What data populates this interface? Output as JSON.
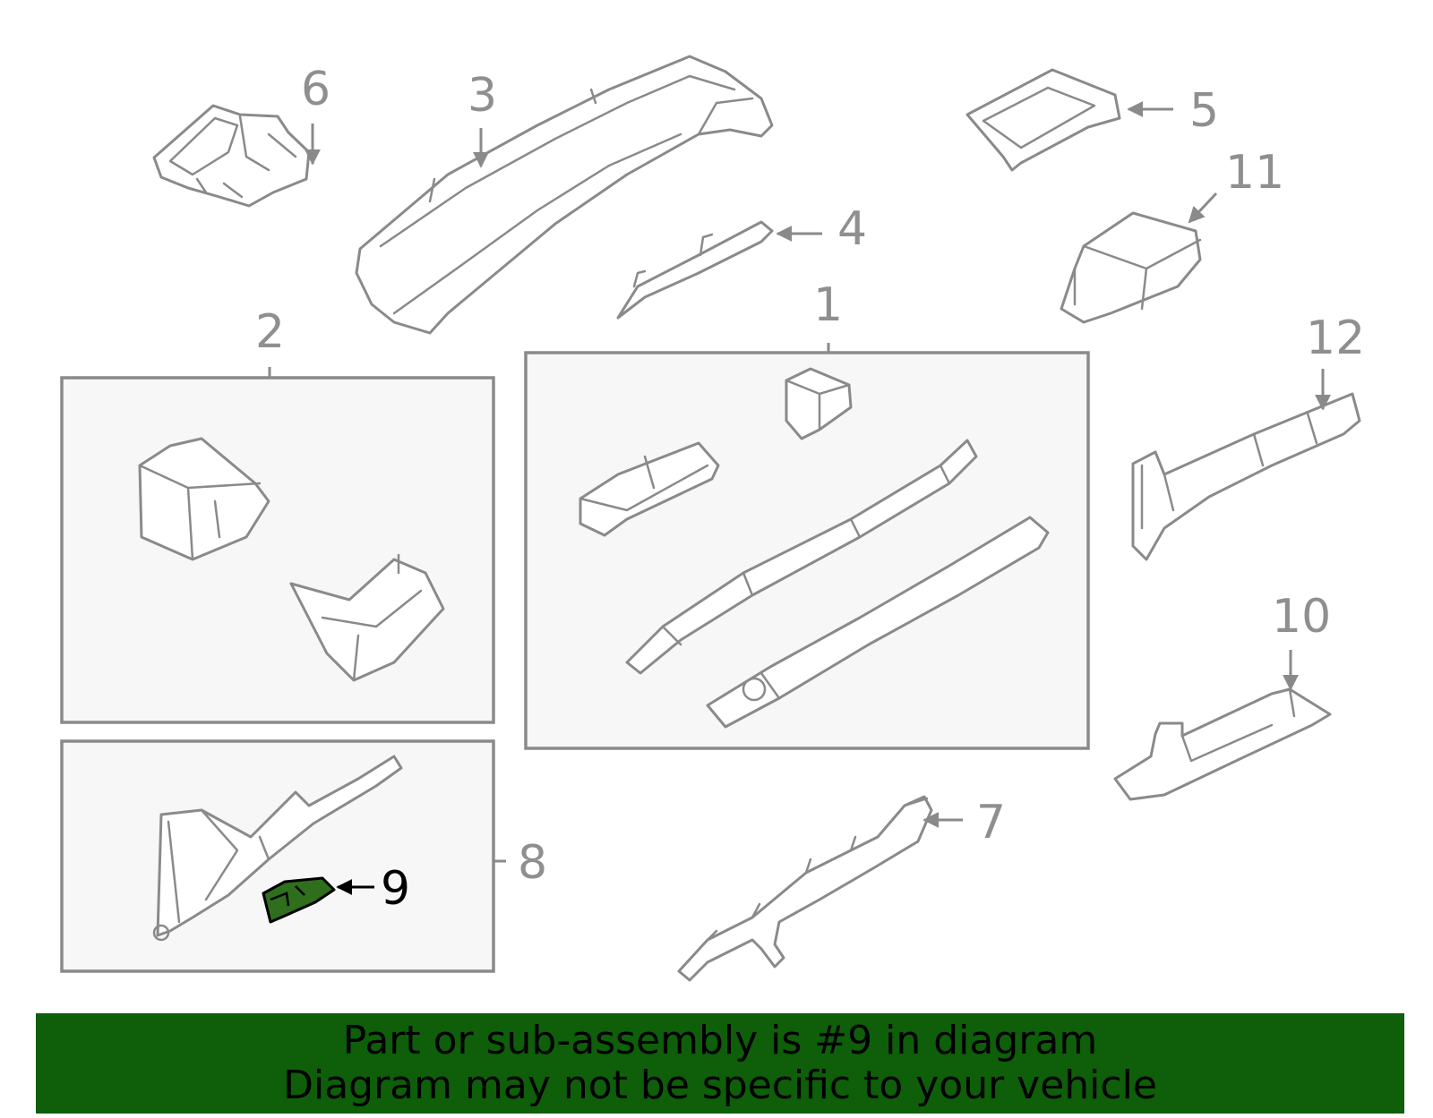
{
  "diagram": {
    "callouts": [
      "1",
      "2",
      "3",
      "4",
      "5",
      "6",
      "7",
      "8",
      "9",
      "10",
      "11",
      "12"
    ],
    "highlighted_callout": "9",
    "highlight_color": "#2e6e1c",
    "line_color": "#8a8a8a"
  },
  "banner": {
    "line1": "Part or sub-assembly is #9 in diagram",
    "line2": "Diagram may not be specific to your vehicle",
    "background": "#0e5e0a"
  }
}
